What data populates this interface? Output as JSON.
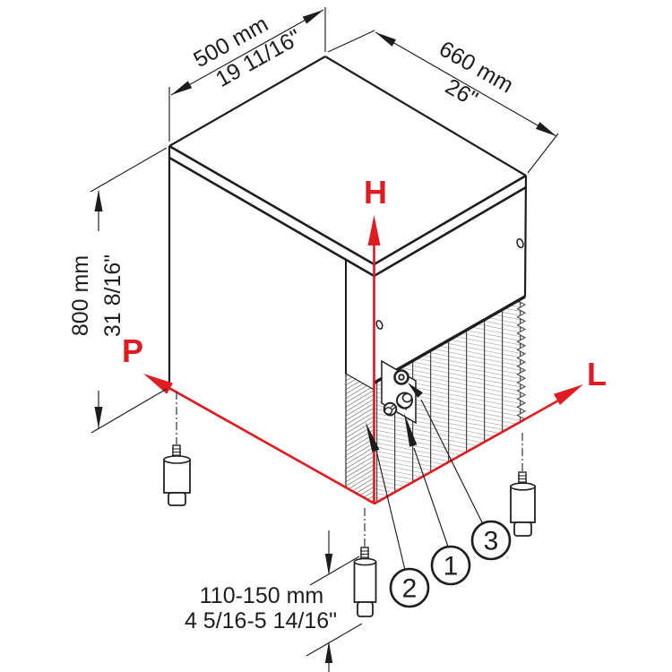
{
  "diagram": {
    "title": "ice-maker-cabinet-isometric-dimension-drawing",
    "axis_labels": {
      "height": "H",
      "depth": "P",
      "width": "L"
    },
    "dimensions": {
      "width_top": {
        "mm": "500 mm",
        "inch": "19 11/16\""
      },
      "depth_top": {
        "mm": "660 mm",
        "inch": "26\""
      },
      "height_left": {
        "mm": "800 mm",
        "inch": "31 8/16\""
      },
      "feet_range": {
        "mm": "110-150 mm",
        "inch": "4 5/16-5 14/16\""
      }
    },
    "callouts": [
      "1",
      "2",
      "3"
    ],
    "colors": {
      "axis_red": "#e11b22",
      "line_black": "#1d1d1b",
      "grille_gray": "#999999",
      "fin_gray": "#4a4a4a"
    }
  }
}
